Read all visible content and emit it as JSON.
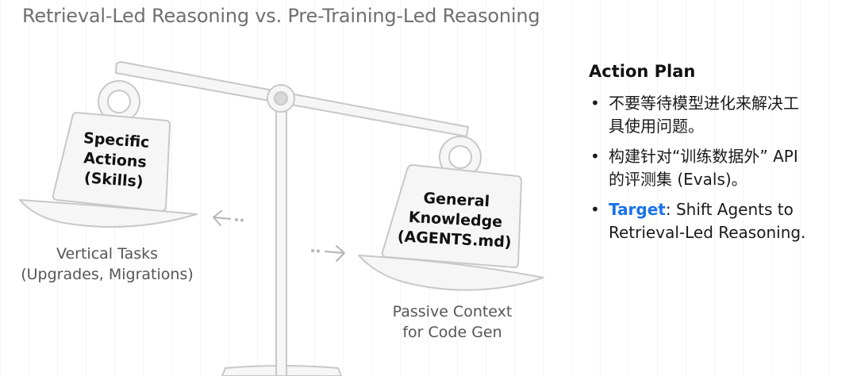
{
  "title": "Retrieval-Led Reasoning vs. Pre-Training-Led Reasoning",
  "left_pan": {
    "weight_lines": [
      "Specific",
      "Actions",
      "(Skills)"
    ],
    "caption_lines": [
      "Vertical Tasks",
      "(Upgrades, Migrations)"
    ]
  },
  "right_pan": {
    "weight_lines": [
      "General",
      "Knowledge",
      "(AGENTS.md)"
    ],
    "caption_lines": [
      "Passive Context",
      "for Code Gen"
    ]
  },
  "action_plan": {
    "title": "Action Plan",
    "bullet": "•",
    "items": [
      {
        "lines": [
          "不要等待模型进化来解决工",
          "具使用问题。"
        ]
      },
      {
        "lines": [
          "构建针对“训练数据外” API",
          "的评测集 (Evals)。"
        ]
      },
      {
        "highlight": "Target",
        "rest": ": Shift Agents to",
        "line2": "Retrieval-Led Reasoning.",
        "highlight_color": "#1a73e8"
      }
    ]
  },
  "colors": {
    "outline": "#c8c8c8",
    "fill": "#f6f6f6",
    "arrow": "#b5b5b5"
  }
}
